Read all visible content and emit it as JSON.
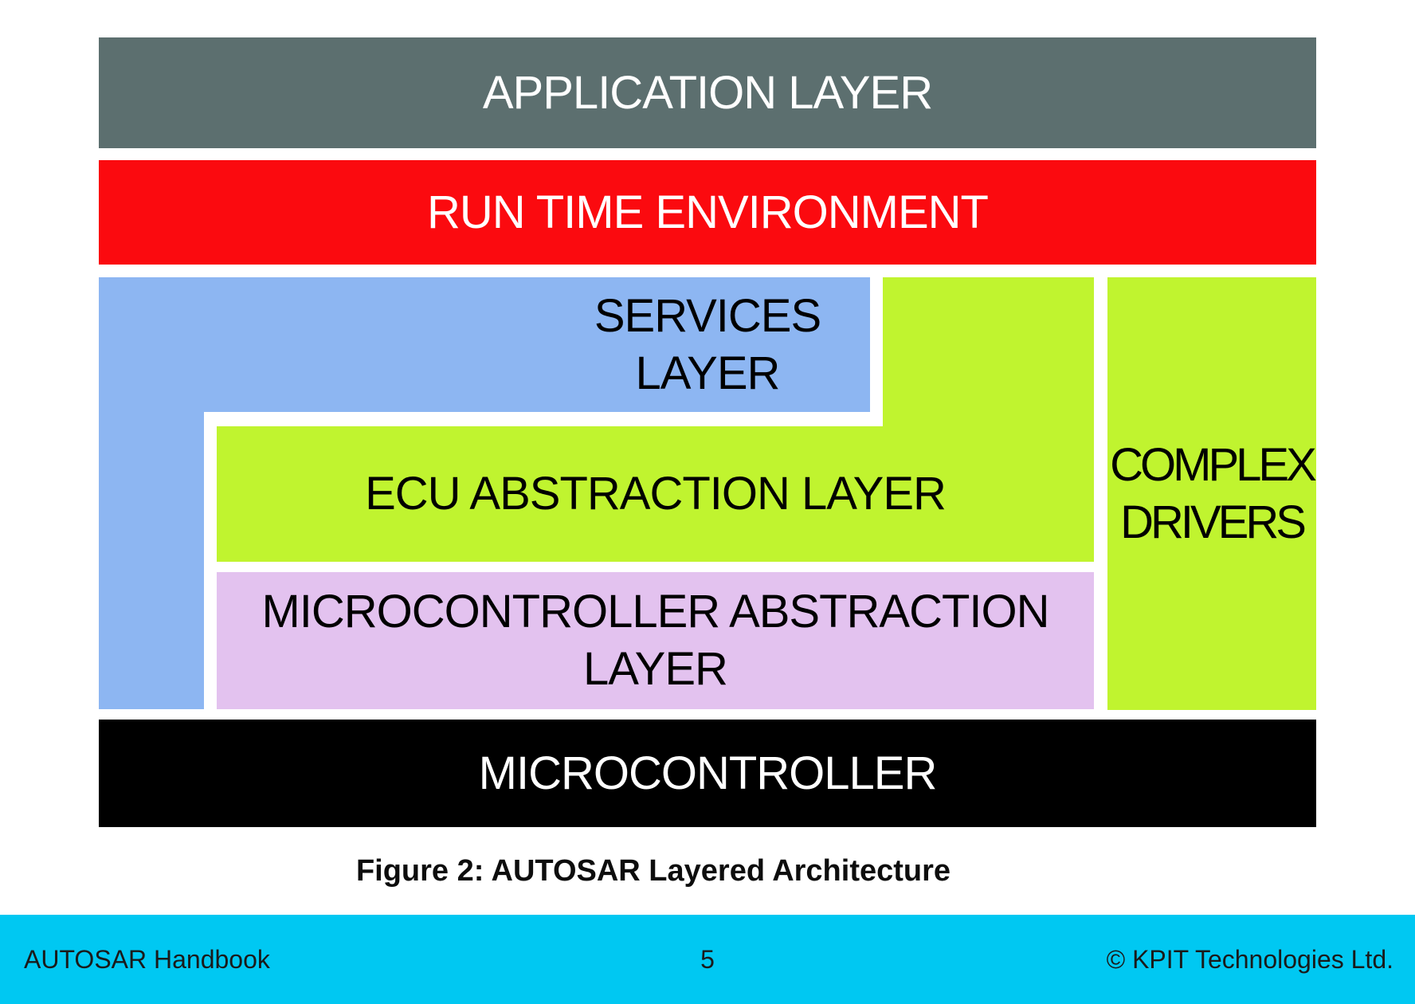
{
  "diagram": {
    "application_layer": {
      "label": "APPLICATION LAYER",
      "bg": "#5c6f6f",
      "fg": "#ffffff"
    },
    "runtime_environment": {
      "label": "RUN TIME ENVIRONMENT",
      "bg": "#fb0a0f",
      "fg": "#ffffff"
    },
    "services_layer": {
      "line1": "SERVICES",
      "line2": "LAYER",
      "bg": "#8db6f2",
      "fg": "#000000"
    },
    "ecu_abstraction_layer": {
      "label": "ECU ABSTRACTION LAYER",
      "bg": "#c0f42f",
      "fg": "#000000"
    },
    "microcontroller_abstraction_layer": {
      "line1": "MICROCONTROLLER ABSTRACTION",
      "line2": "LAYER",
      "bg": "#e3c2ef",
      "fg": "#000000"
    },
    "complex_drivers": {
      "line1": "COMPLEX",
      "line2": "DRIVERS",
      "bg": "#c0f42f",
      "fg": "#000000"
    },
    "microcontroller": {
      "label": "MICROCONTROLLER",
      "bg": "#000000",
      "fg": "#ffffff"
    }
  },
  "caption": {
    "text": "Figure 2: AUTOSAR Layered Architecture"
  },
  "footer": {
    "left_text": "AUTOSAR Handbook",
    "page_number": "5",
    "right_text": "© KPIT Technologies Ltd.",
    "bg": "#00c8f2",
    "fg": "#1a1a1a"
  }
}
